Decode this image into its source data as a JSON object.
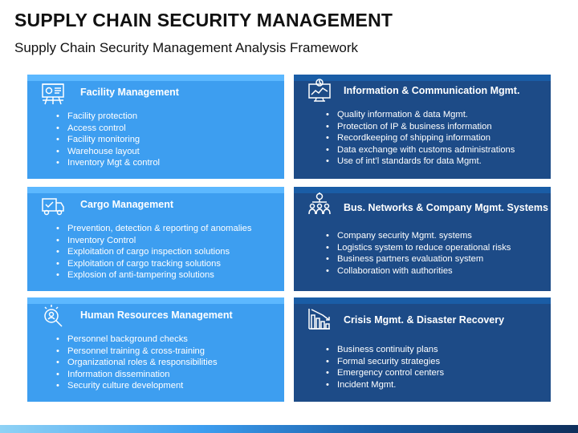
{
  "header": {
    "title": "SUPPLY CHAIN SECURITY MANAGEMENT",
    "subtitle": "Supply Chain Security Management Analysis Framework"
  },
  "colors": {
    "left_card": "#3d9ef0",
    "right_card": "#1d4b87",
    "text": "#ffffff"
  },
  "cards": [
    {
      "heading": "Facility Management",
      "icon": "presentation-board-icon",
      "items": [
        "Facility protection",
        "Access control",
        "Facility monitoring",
        "Warehouse layout",
        "Inventory Mgt & control"
      ]
    },
    {
      "heading": "Information & Communication Mgmt.",
      "icon": "monitor-chart-icon",
      "items": [
        "Quality information &  data Mgmt.",
        "Protection of IP & business information",
        "Recordkeeping of shipping information",
        "Data exchange with customs administrations",
        "Use of int’l standards for data Mgmt."
      ]
    },
    {
      "heading": "Cargo Management",
      "icon": "delivery-truck-icon",
      "items": [
        "Prevention, detection & reporting of anomalies",
        "Inventory Control",
        "Exploitation of cargo inspection solutions",
        "Exploitation of cargo tracking solutions",
        "Explosion of anti-tampering solutions"
      ]
    },
    {
      "heading": "Bus. Networks & Company Mgmt. Systems",
      "icon": "team-network-icon",
      "items": [
        "Company security Mgmt. systems",
        "Logistics system to reduce operational risks",
        "Business partners evaluation system",
        "Collaboration with authorities"
      ]
    },
    {
      "heading": "Human Resources Management",
      "icon": "people-search-icon",
      "items": [
        "Personnel background checks",
        "Personnel training & cross-training",
        "Organizational roles & responsibilities",
        "Information dissemination",
        "Security culture development"
      ]
    },
    {
      "heading": "Crisis Mgmt. & Disaster Recovery",
      "icon": "declining-chart-icon",
      "items": [
        "Business continuity plans",
        "Formal security strategies",
        "Emergency control centers",
        "Incident Mgmt."
      ]
    }
  ]
}
